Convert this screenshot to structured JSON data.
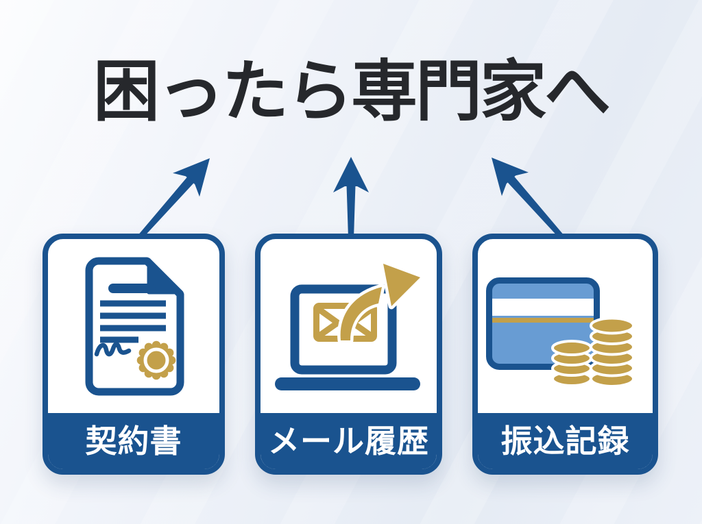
{
  "title": "困ったら専門家へ",
  "colors": {
    "accent": "#1A538F",
    "gold": "#C3A04A",
    "card-blue": "#689CD3",
    "title-color": "#26282C",
    "label-color": "#FFFFFF",
    "bg-start": "#FBFCFE",
    "bg-end": "#E5EBF4"
  },
  "cards": [
    {
      "label": "契約書",
      "icon": "contract-document-icon"
    },
    {
      "label": "メール履歴",
      "icon": "laptop-sent-email-icon"
    },
    {
      "label": "振込記録",
      "icon": "credit-card-coins-icon"
    }
  ],
  "arrows": [
    {
      "name": "arrow-up-right"
    },
    {
      "name": "arrow-up"
    },
    {
      "name": "arrow-up-left"
    }
  ]
}
